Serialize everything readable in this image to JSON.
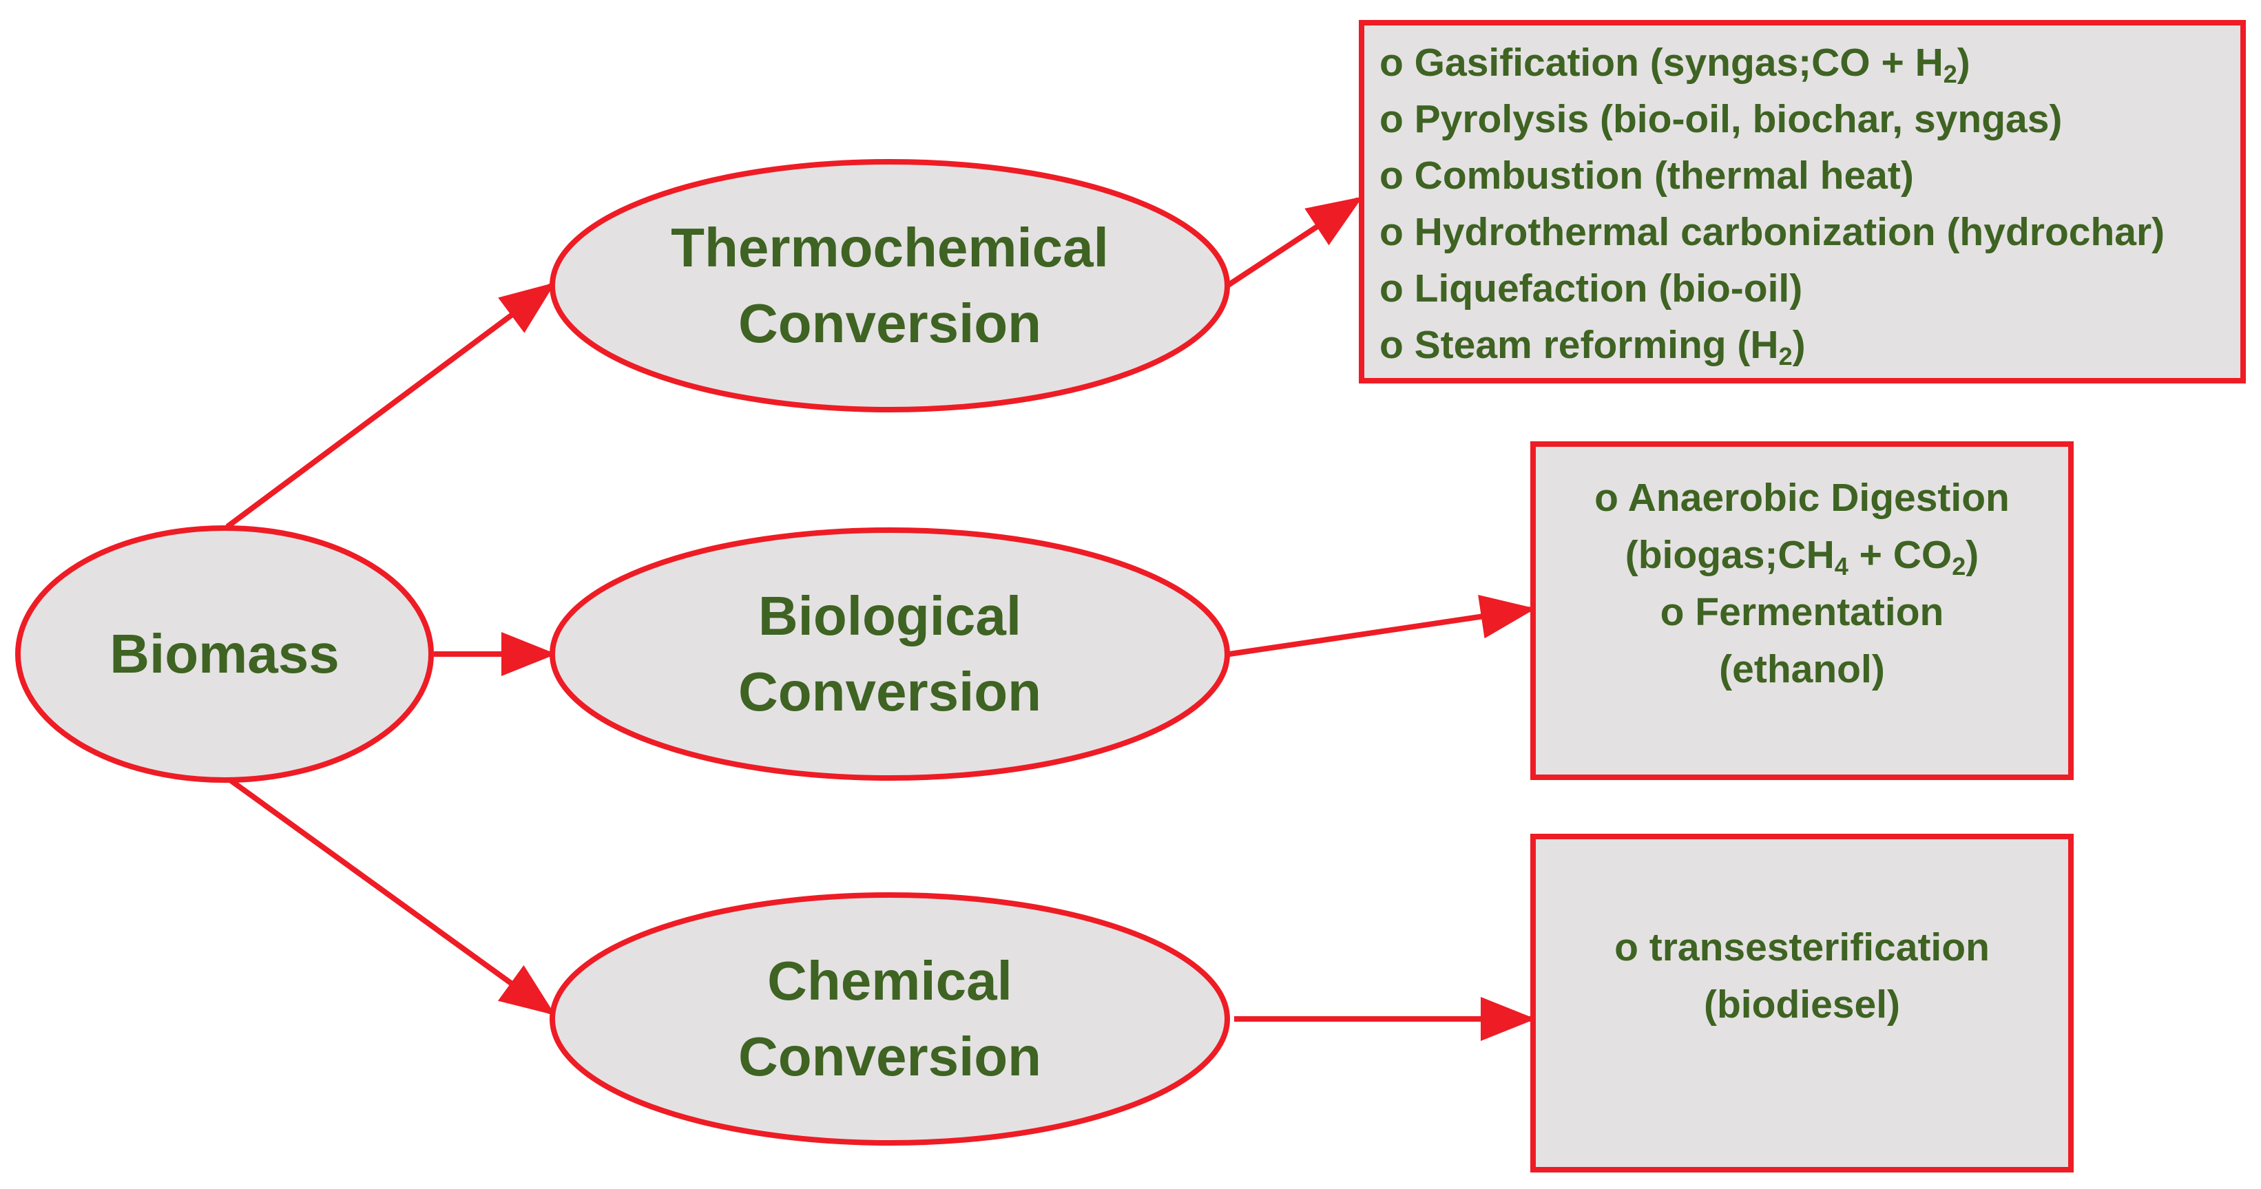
{
  "colors": {
    "stroke": "#ee1c25",
    "fill": "#e4e1e2",
    "text": "#3e6322"
  },
  "nodes": {
    "biomass": {
      "label": "Biomass"
    },
    "thermochemical": {
      "line1": "Thermochemical",
      "line2": "Conversion"
    },
    "biological": {
      "line1": "Biological",
      "line2": "Conversion"
    },
    "chemical": {
      "line1": "Chemical",
      "line2": "Conversion"
    }
  },
  "boxes": {
    "thermochemical": {
      "items": [
        {
          "pre": "o Gasification (syngas;CO + H",
          "sub": "2",
          "post": ")"
        },
        {
          "pre": "o Pyrolysis (bio-oil, biochar, syngas)"
        },
        {
          "pre": "o Combustion (thermal heat)"
        },
        {
          "pre": "o Hydrothermal carbonization (hydrochar)"
        },
        {
          "pre": "o Liquefaction (bio-oil)"
        },
        {
          "pre": "o Steam reforming (H",
          "sub": "2",
          "post": ")"
        }
      ]
    },
    "biological": {
      "line1": "o Anaerobic Digestion",
      "line2_a": "(biogas;CH",
      "line2_sub1": "4",
      "line2_b": " + CO",
      "line2_sub2": "2",
      "line2_c": ")",
      "line3": "o Fermentation",
      "line4": "(ethanol)"
    },
    "chemical": {
      "line1": "o transesterification",
      "line2": "(biodiesel)"
    }
  }
}
